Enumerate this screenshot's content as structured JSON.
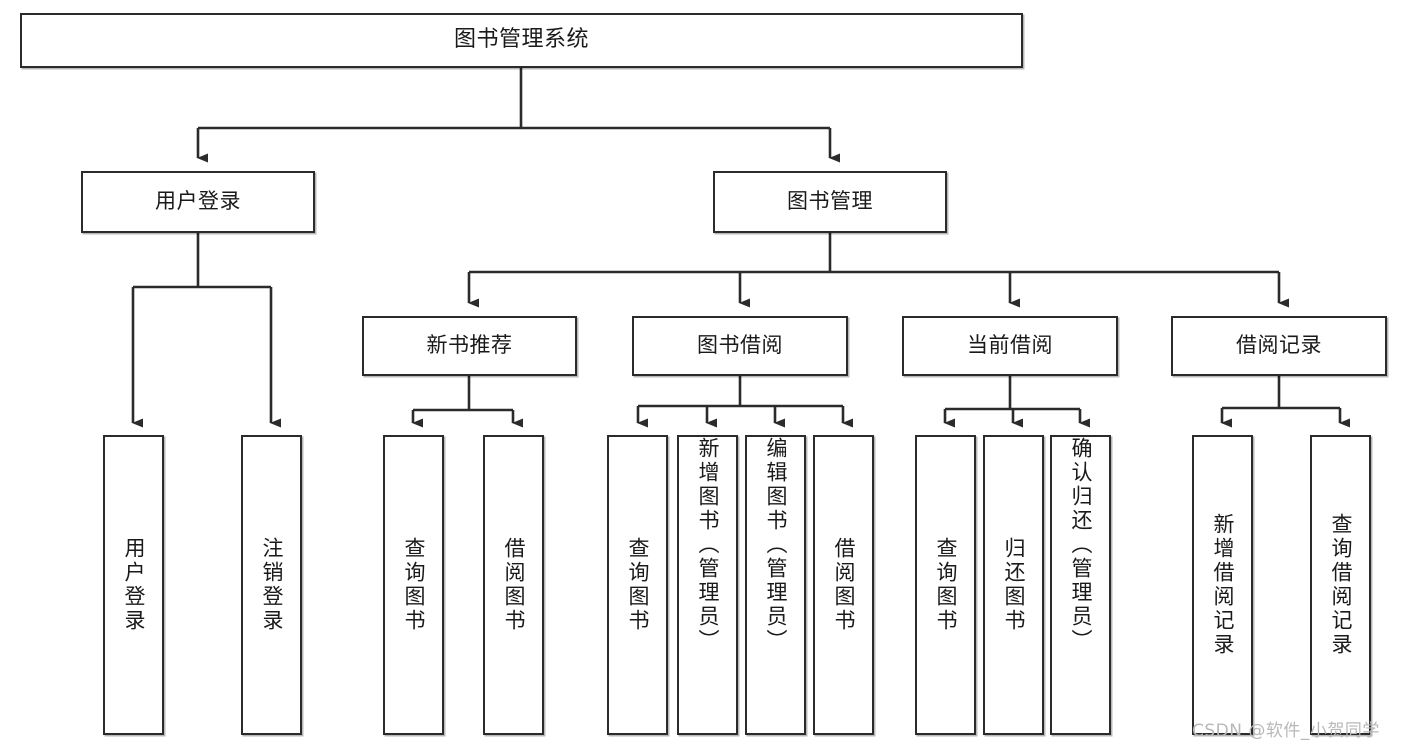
{
  "diagram": {
    "type": "hierarchy-tree",
    "title": "图书管理系统",
    "watermark": "CSDN @软件_小贺同学",
    "colors": {
      "box_border": "#2b2b2b",
      "box_fill": "#ffffff",
      "edge": "#2b2b2b",
      "text": "#1a1a1a",
      "watermark": "#b8b8b8"
    },
    "nodes": {
      "root": {
        "label": "图书管理系统",
        "level": 1
      },
      "l2": [
        {
          "id": "user-login",
          "label": "用户登录",
          "level": 2
        },
        {
          "id": "book-management",
          "label": "图书管理",
          "level": 2
        }
      ],
      "l3": [
        {
          "id": "new-book-recommend",
          "label": "新书推荐",
          "level": 3,
          "parent": "book-management"
        },
        {
          "id": "book-borrow",
          "label": "图书借阅",
          "level": 3,
          "parent": "book-management"
        },
        {
          "id": "current-borrow",
          "label": "当前借阅",
          "level": 3,
          "parent": "book-management"
        },
        {
          "id": "borrow-record",
          "label": "借阅记录",
          "level": 3,
          "parent": "book-management"
        }
      ],
      "leaves": [
        {
          "id": "leaf-user-login",
          "label": "用户登录",
          "parent": "user-login"
        },
        {
          "id": "leaf-logout-login",
          "label": "注销登录",
          "parent": "user-login"
        },
        {
          "id": "leaf-query-book-1",
          "label": "查询图书",
          "parent": "new-book-recommend"
        },
        {
          "id": "leaf-borrow-book-1",
          "label": "借阅图书",
          "parent": "new-book-recommend"
        },
        {
          "id": "leaf-query-book-2",
          "label": "查询图书",
          "parent": "book-borrow"
        },
        {
          "id": "leaf-add-book",
          "label": "新增图书（管理员）",
          "parent": "book-borrow"
        },
        {
          "id": "leaf-edit-book",
          "label": "编辑图书（管理员）",
          "parent": "book-borrow"
        },
        {
          "id": "leaf-borrow-book-2",
          "label": "借阅图书",
          "parent": "book-borrow"
        },
        {
          "id": "leaf-query-book-3",
          "label": "查询图书",
          "parent": "current-borrow"
        },
        {
          "id": "leaf-return-book",
          "label": "归还图书",
          "parent": "current-borrow"
        },
        {
          "id": "leaf-confirm-return",
          "label": "确认归还（管理员）",
          "parent": "current-borrow"
        },
        {
          "id": "leaf-add-record",
          "label": "新增借阅记录",
          "parent": "borrow-record"
        },
        {
          "id": "leaf-query-record",
          "label": "查询借阅记录",
          "parent": "borrow-record"
        }
      ]
    }
  }
}
